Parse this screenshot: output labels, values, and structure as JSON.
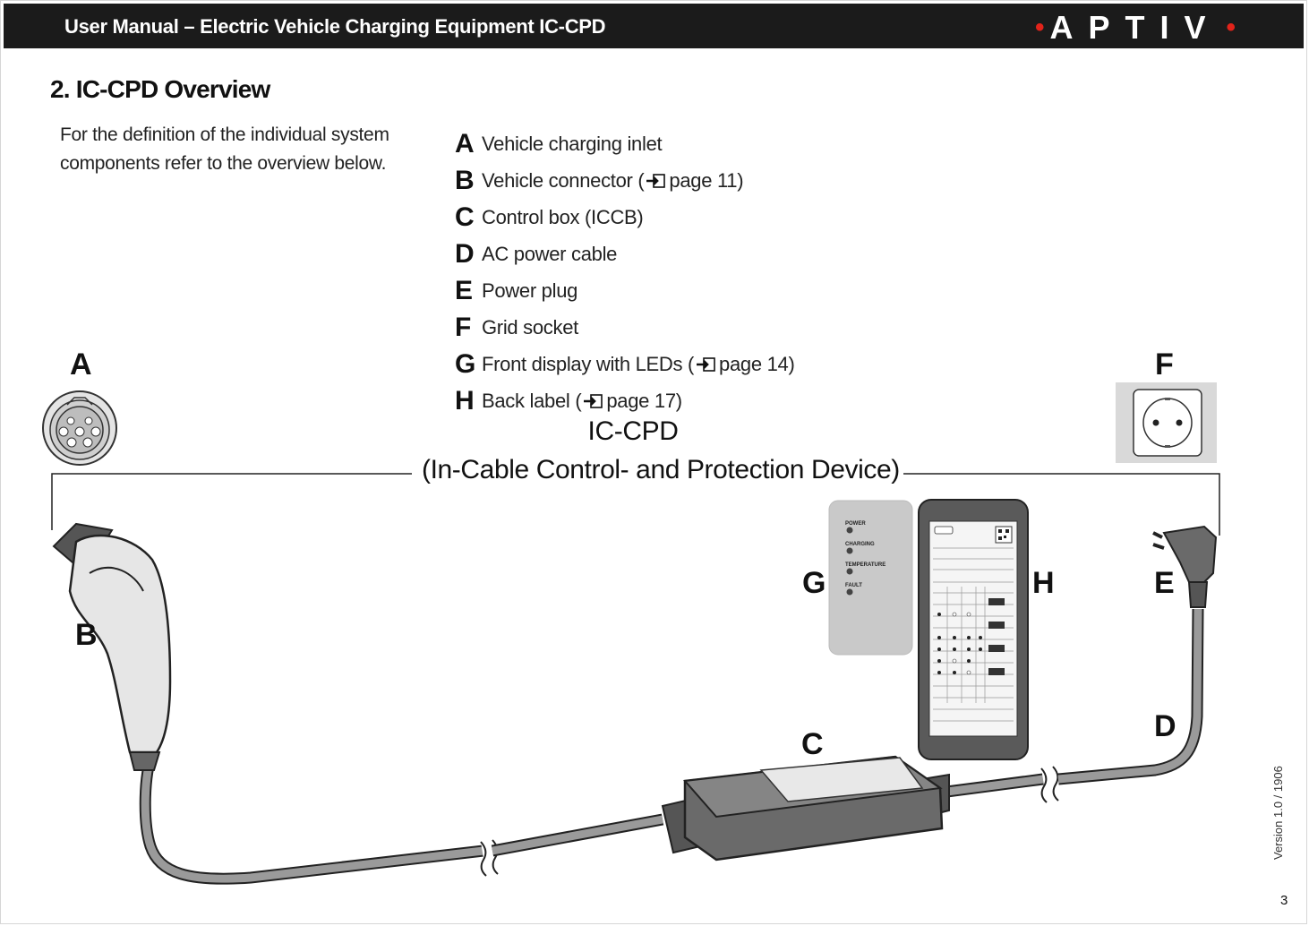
{
  "header": {
    "title": "User Manual – Electric Vehicle Charging Equipment IC-CPD",
    "logo_text": "APTIV",
    "logo_dot_color": "#e2231a"
  },
  "section_title": "2. IC-CPD Overview",
  "intro_text": "For the definition of the individual system components refer to the overview below.",
  "legend": [
    {
      "letter": "A",
      "text": "Vehicle charging inlet",
      "ref": ""
    },
    {
      "letter": "B",
      "text": "Vehicle connector (",
      "ref": "page 11)"
    },
    {
      "letter": "C",
      "text": "Control box (ICCB)",
      "ref": ""
    },
    {
      "letter": "D",
      "text": "AC power cable",
      "ref": ""
    },
    {
      "letter": "E",
      "text": "Power plug",
      "ref": ""
    },
    {
      "letter": "F",
      "text": "Grid socket",
      "ref": ""
    },
    {
      "letter": "G",
      "text": "Front display with LEDs (",
      "ref": "page 14)"
    },
    {
      "letter": "H",
      "text": "Back label (",
      "ref": "page 17)"
    }
  ],
  "diagram": {
    "title": "IC-CPD",
    "subtitle": "(In-Cable Control- and Protection Device)",
    "callouts": {
      "A": "A",
      "B": "B",
      "C": "C",
      "D": "D",
      "E": "E",
      "F": "F",
      "G": "G",
      "H": "H"
    },
    "display_labels": [
      "POWER",
      "CHARGING",
      "TEMPERATURE",
      "FAULT"
    ]
  },
  "footer": {
    "version": "Version 1.0 / 1906",
    "page_number": "3"
  }
}
